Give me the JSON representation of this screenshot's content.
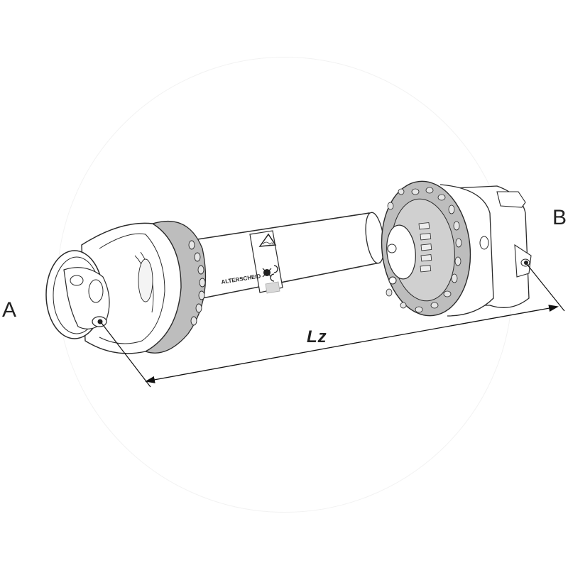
{
  "diagram": {
    "subject": "PTO drive shaft (cardan shaft) with protective guard",
    "labels": {
      "end_a": "A",
      "end_b": "B",
      "length": "Lz"
    },
    "brand_text": "ALTERSCHEID",
    "shaft_labels": [
      "warning-triangle-pictogram",
      "rotating-parts-hand-pictogram",
      "instruction-pictogram"
    ],
    "dimension": {
      "name": "Lz",
      "from": "A",
      "to": "B",
      "arrow_color": "#111111"
    },
    "colors": {
      "line": "#2a2a2a",
      "guard_gray": "#bdbdbd",
      "guard_fill_light": "#e6e6e6",
      "background": "#ffffff"
    }
  }
}
